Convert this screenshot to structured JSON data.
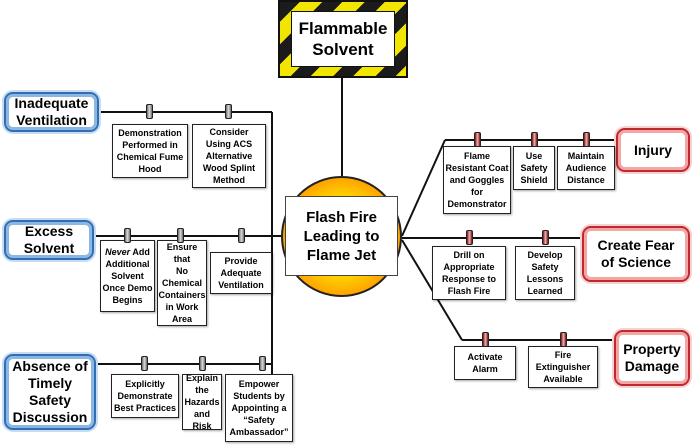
{
  "hazard": {
    "label": "Flammable\nSolvent"
  },
  "center": {
    "label": "Flash Fire\nLeading to\nFlame Jet"
  },
  "causes": [
    {
      "label": "Inadequate\nVentilation",
      "items": [
        "Demonstration\nPerformed in\nChemical Fume\nHood",
        "Consider\nUsing ACS\nAlternative\nWood Splint\nMethod"
      ]
    },
    {
      "label": "Excess\nSolvent",
      "items_first_prefix": "Never",
      "items": [
        " Add\nAdditional\nSolvent\nOnce Demo\nBegins",
        "Ensure that\nNo\nChemical\nContainers\nin Work\nArea",
        "Provide\nAdequate\nVentilation"
      ]
    },
    {
      "label": "Absence of\nTimely\nSafety\nDiscussion",
      "items": [
        "Explicitly\nDemonstrate\nBest Practices",
        "Explain\nthe Hazards\nand Risk",
        "Empower\nStudents by\nAppointing a\n“Safety\nAmbassador”"
      ]
    }
  ],
  "effects": [
    {
      "label": "Injury",
      "items": [
        "Flame\nResistant Coat\nand Goggles\nfor\nDemonstrator",
        "Use\nSafety\nShield",
        "Maintain\nAudience\nDistance"
      ]
    },
    {
      "label": "Create Fear\nof Science",
      "items": [
        "Drill on\nAppropriate\nResponse to\nFlash Fire",
        "Develop\nSafety\nLessons\nLearned"
      ]
    },
    {
      "label": "Property\nDamage",
      "items": [
        "Activate\nAlarm",
        "Fire\nExtinguisher\nAvailable"
      ]
    }
  ],
  "colors": {
    "cause_border": "#2f6eb5",
    "effect_border": "#c0282b",
    "hazard_stripe": "#f2e600"
  }
}
